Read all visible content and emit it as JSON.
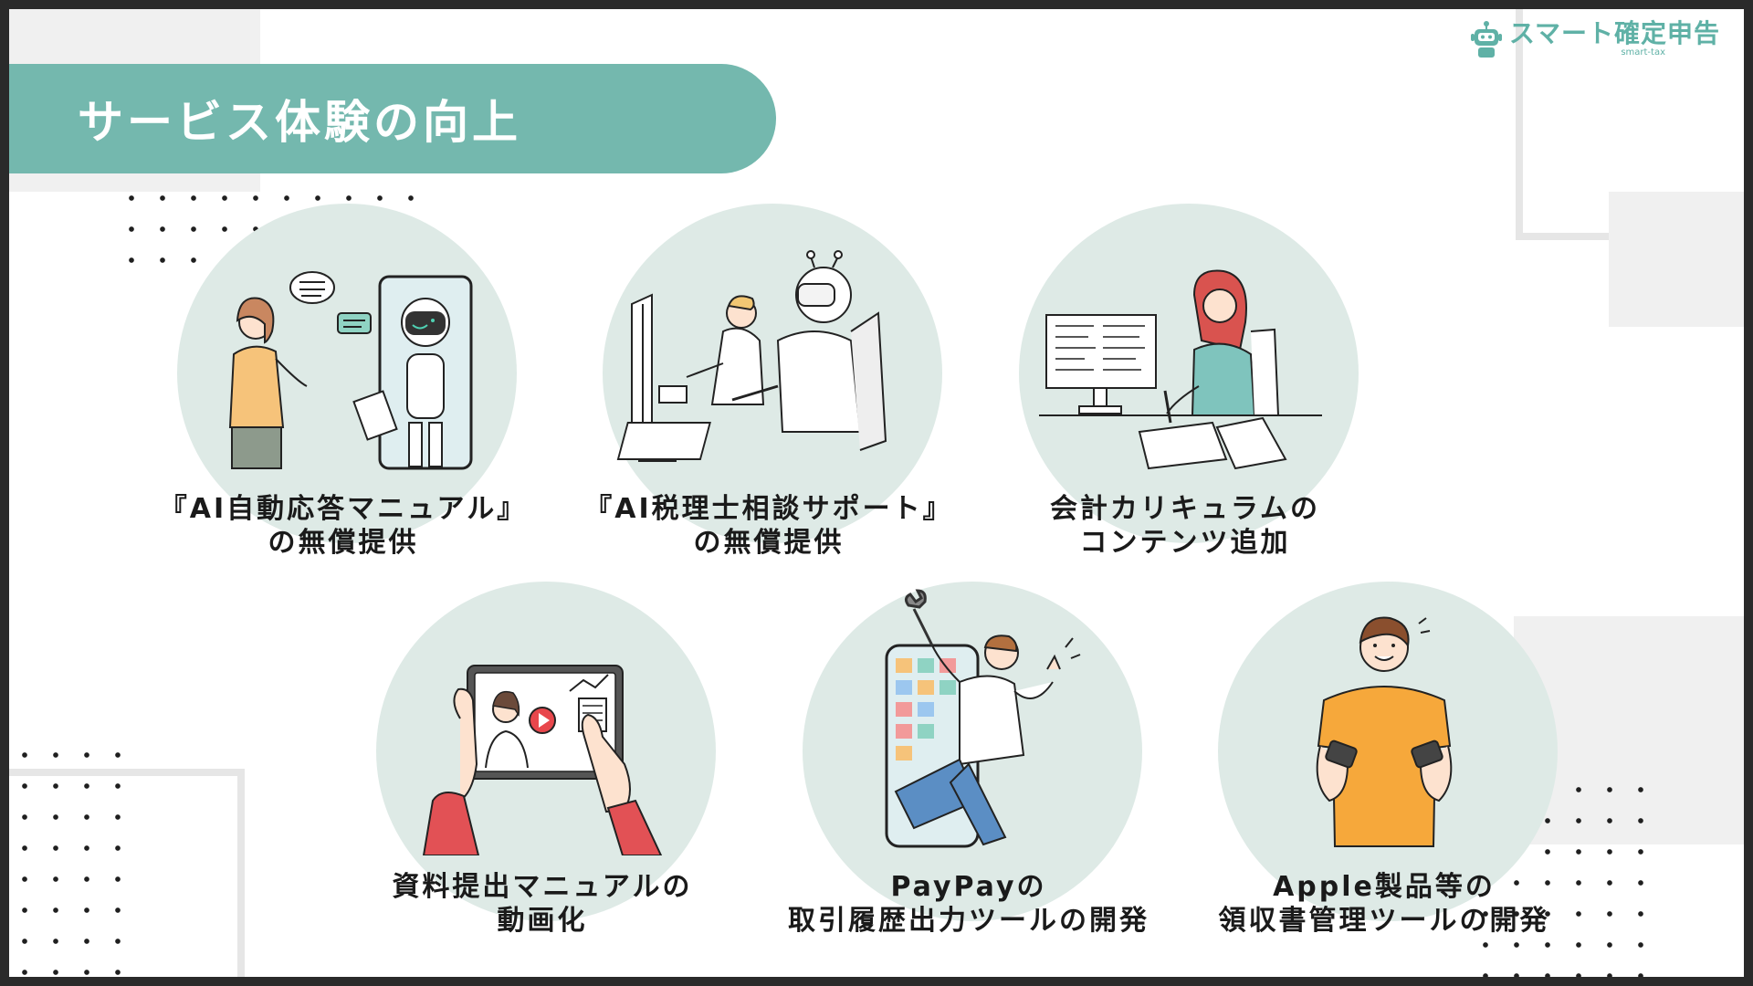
{
  "title": "サービス体験の向上",
  "logo": {
    "name": "スマート確定申告",
    "sub": "smart-tax"
  },
  "colors": {
    "accent": "#74b8ae",
    "circle": "#deeae6"
  },
  "items": [
    {
      "line1": "『AI自動応答マニュアル』",
      "line2": "の無償提供",
      "illustration": "woman-and-robot-chat-illustration"
    },
    {
      "line1": "『AI税理士相談サポート』",
      "line2": "の無償提供",
      "illustration": "man-and-robot-at-computers-illustration"
    },
    {
      "line1": "会計カリキュラムの",
      "line2": "コンテンツ追加",
      "illustration": "woman-writing-at-desk-illustration"
    },
    {
      "line1": "資料提出マニュアルの",
      "line2": "動画化",
      "illustration": "tablet-video-illustration"
    },
    {
      "line1": "PayPayの",
      "line2": "取引履歴出力ツールの開発",
      "illustration": "man-from-phone-with-wrench-illustration"
    },
    {
      "line1": "Apple製品等の",
      "line2": "領収書管理ツールの開発",
      "illustration": "man-with-two-phones-illustration"
    }
  ]
}
